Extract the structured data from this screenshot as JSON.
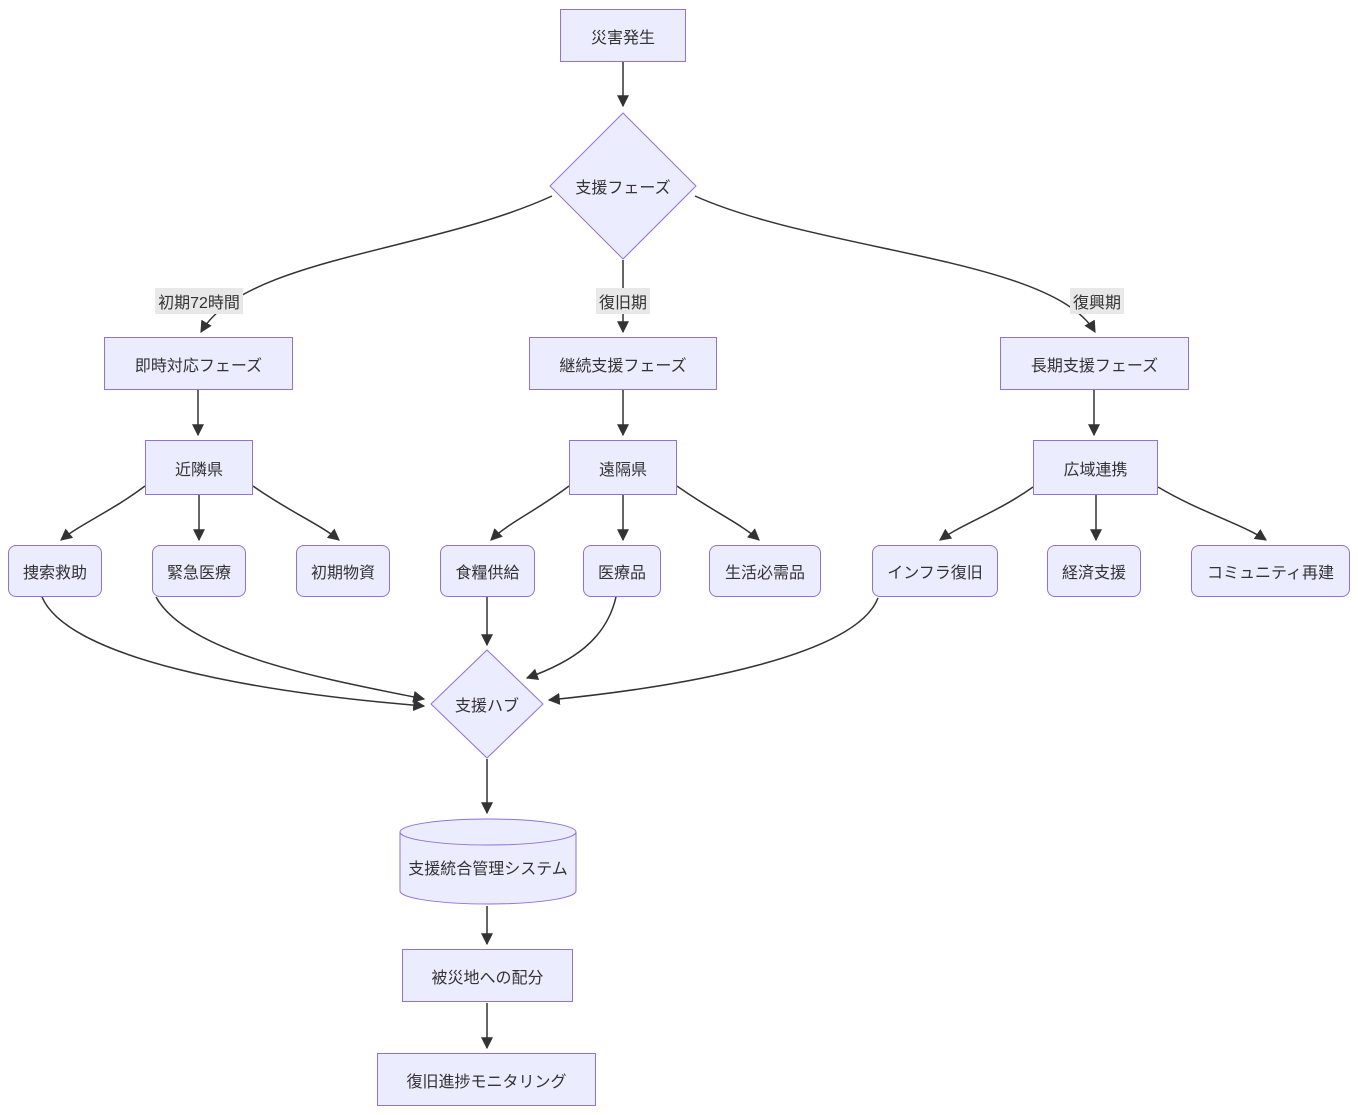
{
  "diagram": {
    "title": "disaster-support-flowchart",
    "colors": {
      "node_fill": "#ECECFF",
      "node_border": "#9370DB",
      "edge_line": "#333333",
      "edge_label_bg": "#e8e8e8",
      "text": "#333333",
      "background": "#ffffff"
    },
    "nodes": {
      "disaster": {
        "label": "災害発生",
        "shape": "rect"
      },
      "phase_decision": {
        "label": "支援フェーズ",
        "shape": "diamond"
      },
      "immediate_phase": {
        "label": "即時対応フェーズ",
        "shape": "rect"
      },
      "continuous_phase": {
        "label": "継続支援フェーズ",
        "shape": "rect"
      },
      "longterm_phase": {
        "label": "長期支援フェーズ",
        "shape": "rect"
      },
      "neighbor_pref": {
        "label": "近隣県",
        "shape": "rect"
      },
      "remote_pref": {
        "label": "遠隔県",
        "shape": "rect"
      },
      "wide_area": {
        "label": "広域連携",
        "shape": "rect"
      },
      "search_rescue": {
        "label": "捜索救助",
        "shape": "rounded"
      },
      "emergency_medical": {
        "label": "緊急医療",
        "shape": "rounded"
      },
      "initial_supplies": {
        "label": "初期物資",
        "shape": "rounded"
      },
      "food_supply": {
        "label": "食糧供給",
        "shape": "rounded"
      },
      "medical_goods": {
        "label": "医療品",
        "shape": "rounded"
      },
      "daily_necessities": {
        "label": "生活必需品",
        "shape": "rounded"
      },
      "infra_recovery": {
        "label": "インフラ復旧",
        "shape": "rounded"
      },
      "economic_support": {
        "label": "経済支援",
        "shape": "rounded"
      },
      "community_rebuild": {
        "label": "コミュニティ再建",
        "shape": "rounded"
      },
      "support_hub": {
        "label": "支援ハブ",
        "shape": "diamond"
      },
      "management_system": {
        "label": "支援統合管理システム",
        "shape": "cylinder"
      },
      "distribution": {
        "label": "被災地への配分",
        "shape": "rect"
      },
      "monitoring": {
        "label": "復旧進捗モニタリング",
        "shape": "rect"
      }
    },
    "edge_labels": {
      "initial_72h": "初期72時間",
      "recovery_period": "復旧期",
      "reconstruction_period": "復興期"
    },
    "edges": [
      {
        "from": "disaster",
        "to": "phase_decision"
      },
      {
        "from": "phase_decision",
        "to": "immediate_phase",
        "label": "初期72時間"
      },
      {
        "from": "phase_decision",
        "to": "continuous_phase",
        "label": "復旧期"
      },
      {
        "from": "phase_decision",
        "to": "longterm_phase",
        "label": "復興期"
      },
      {
        "from": "immediate_phase",
        "to": "neighbor_pref"
      },
      {
        "from": "continuous_phase",
        "to": "remote_pref"
      },
      {
        "from": "longterm_phase",
        "to": "wide_area"
      },
      {
        "from": "neighbor_pref",
        "to": "search_rescue"
      },
      {
        "from": "neighbor_pref",
        "to": "emergency_medical"
      },
      {
        "from": "neighbor_pref",
        "to": "initial_supplies"
      },
      {
        "from": "remote_pref",
        "to": "food_supply"
      },
      {
        "from": "remote_pref",
        "to": "medical_goods"
      },
      {
        "from": "remote_pref",
        "to": "daily_necessities"
      },
      {
        "from": "wide_area",
        "to": "infra_recovery"
      },
      {
        "from": "wide_area",
        "to": "economic_support"
      },
      {
        "from": "wide_area",
        "to": "community_rebuild"
      },
      {
        "from": "search_rescue",
        "to": "support_hub"
      },
      {
        "from": "emergency_medical",
        "to": "support_hub"
      },
      {
        "from": "food_supply",
        "to": "support_hub"
      },
      {
        "from": "medical_goods",
        "to": "support_hub"
      },
      {
        "from": "infra_recovery",
        "to": "support_hub"
      },
      {
        "from": "support_hub",
        "to": "management_system"
      },
      {
        "from": "management_system",
        "to": "distribution"
      },
      {
        "from": "distribution",
        "to": "monitoring"
      }
    ]
  }
}
